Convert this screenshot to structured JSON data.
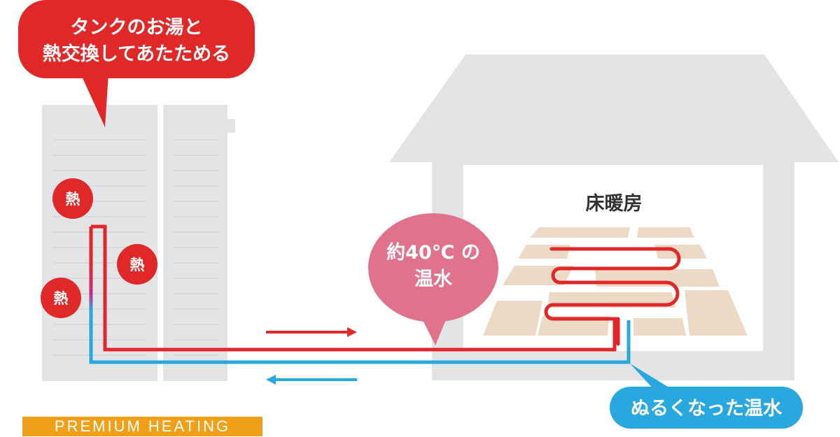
{
  "callout_tank": [
    "タンクのお湯と",
    "熱交換してあたためる"
  ],
  "heat_label": "熱",
  "floor_heating_label": "床暖房",
  "callout_warm": [
    "約40℃ の",
    "温水"
  ],
  "callout_cool": "ぬるくなった温水",
  "badge": "PREMIUM HEATING",
  "colors": {
    "red": "#e02828",
    "blue": "#29a8e0",
    "pink": "#e0728c",
    "gray": "#e3e4e6",
    "tile": "#ecd9c6",
    "orange": "#f0a018"
  }
}
